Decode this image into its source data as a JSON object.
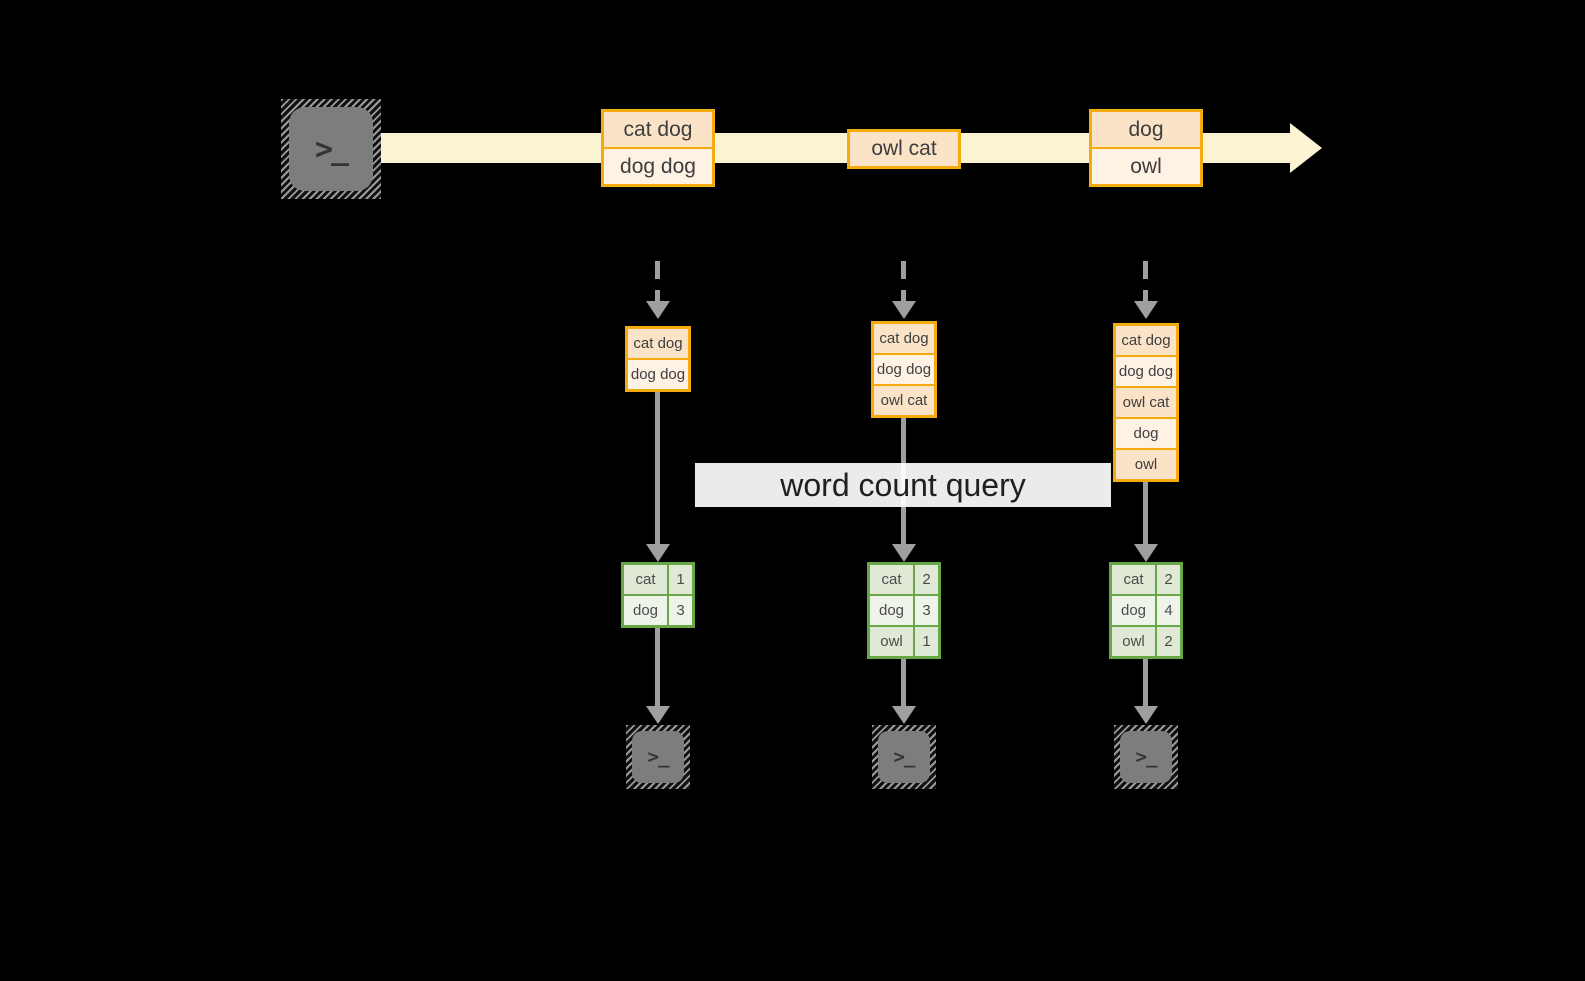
{
  "title": {
    "label": "word count query"
  },
  "source_terminal": {
    "glyph": ">_"
  },
  "stream_events": [
    {
      "rows": [
        "cat dog",
        "dog dog"
      ]
    },
    {
      "rows": [
        "owl cat"
      ]
    },
    {
      "rows": [
        "dog",
        "owl"
      ]
    }
  ],
  "state_buffers": [
    {
      "rows": [
        "cat dog",
        "dog dog"
      ]
    },
    {
      "rows": [
        "cat dog",
        "dog dog",
        "owl cat"
      ]
    },
    {
      "rows": [
        "cat dog",
        "dog dog",
        "owl cat",
        "dog",
        "owl"
      ]
    }
  ],
  "count_tables": [
    {
      "rows": [
        [
          "cat",
          "1"
        ],
        [
          "dog",
          "3"
        ]
      ]
    },
    {
      "rows": [
        [
          "cat",
          "2"
        ],
        [
          "dog",
          "3"
        ],
        [
          "owl",
          "1"
        ]
      ]
    },
    {
      "rows": [
        [
          "cat",
          "2"
        ],
        [
          "dog",
          "4"
        ],
        [
          "owl",
          "2"
        ]
      ]
    }
  ],
  "sink_terminals": [
    {
      "glyph": ">_"
    },
    {
      "glyph": ">_"
    },
    {
      "glyph": ">_"
    }
  ],
  "colors": {
    "background": "#000000",
    "stream_band": "#fcf3d2",
    "event_border": "#f3ab10",
    "event_fill_dark": "#fae3c7",
    "event_fill_light": "#fdf2e4",
    "table_border": "#68a746",
    "table_fill_dark": "#e0e9d6",
    "table_fill_light": "#eff4ea",
    "arrow_gray": "#9f9f9f",
    "terminal_gray": "#7d7d7d",
    "text": "#3e3e3e"
  }
}
